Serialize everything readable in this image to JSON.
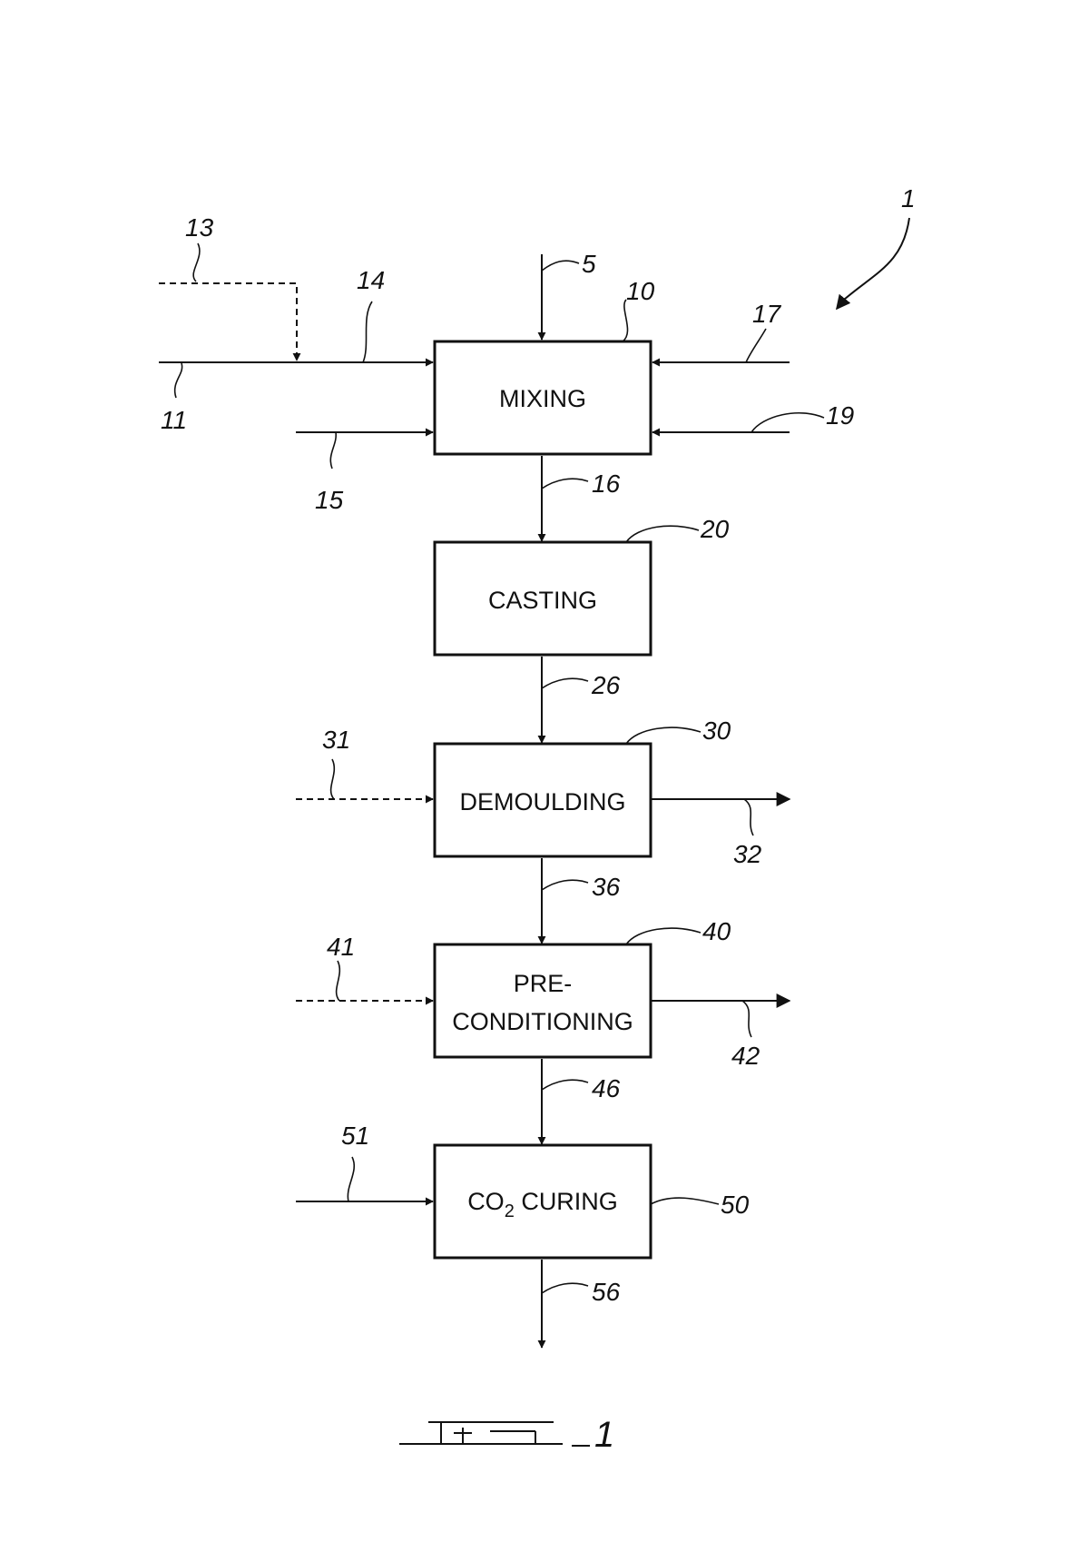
{
  "boxes": {
    "mixing": "MIXING",
    "casting": "CASTING",
    "demoulding": "DEMOULDING",
    "preconditioning_line1": "PRE-",
    "preconditioning_line2": "CONDITIONING",
    "co2_curing_prefix": "CO",
    "co2_curing_subscript": "2",
    "co2_curing_suffix": " CURING"
  },
  "refs": {
    "system": "1",
    "r5": "5",
    "r10": "10",
    "r11": "11",
    "r13": "13",
    "r14": "14",
    "r15": "15",
    "r16": "16",
    "r17": "17",
    "r19": "19",
    "r20": "20",
    "r26": "26",
    "r30": "30",
    "r31": "31",
    "r32": "32",
    "r36": "36",
    "r40": "40",
    "r41": "41",
    "r42": "42",
    "r46": "46",
    "r50": "50",
    "r51": "51",
    "r56": "56"
  },
  "figure": {
    "number": "1"
  }
}
